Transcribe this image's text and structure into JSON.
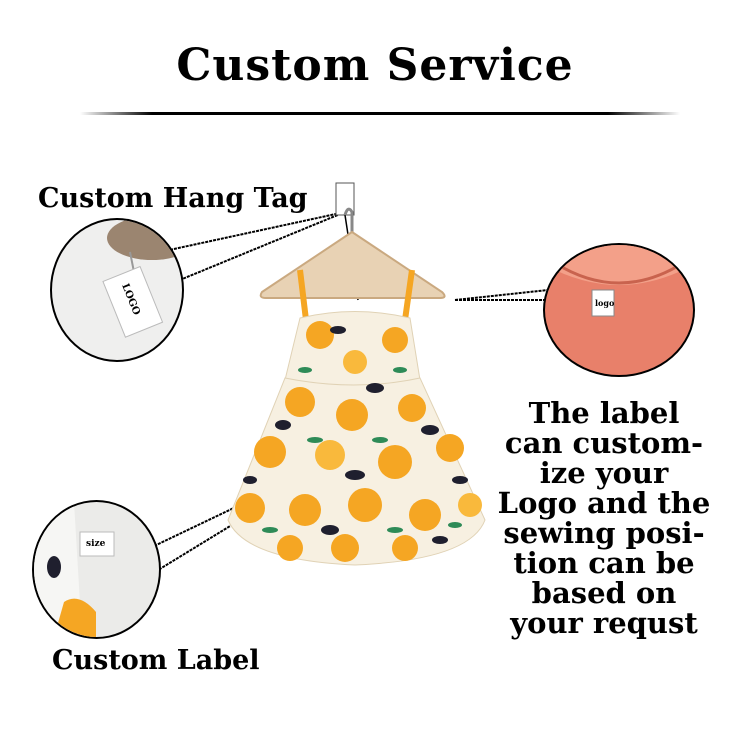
{
  "title": "Custom Service",
  "headings": {
    "hang_tag": "Custom Hang Tag",
    "label": "Custom Label"
  },
  "description_lines": [
    "The label",
    "can custom-",
    "ize your",
    "Logo and the",
    "sewing posi-",
    "tion can be",
    "based on",
    "your requst"
  ],
  "tag_texts": {
    "hang_tag": "LOGO",
    "neck_label": "logo",
    "size_label": "size"
  },
  "colors": {
    "text": "#000000",
    "dress_print": "#f5a623",
    "leaf": "#2e8b57",
    "shirt": "#e8806a",
    "hanger": "#e8d2b4"
  }
}
